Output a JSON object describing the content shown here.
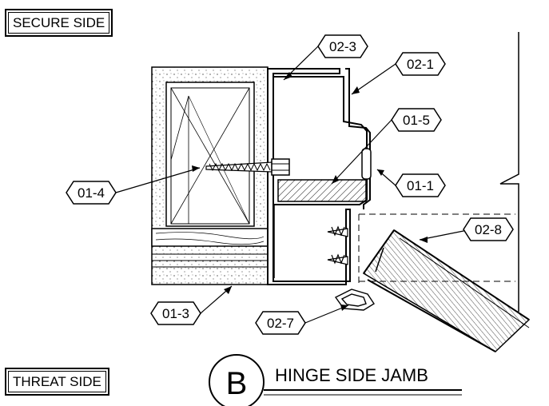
{
  "labels": {
    "secure_side": "SECURE SIDE",
    "threat_side": "THREAT SIDE"
  },
  "detail": {
    "letter": "B",
    "title": "HINGE SIDE JAMB"
  },
  "callouts": [
    {
      "id": "02-3"
    },
    {
      "id": "02-1"
    },
    {
      "id": "01-5"
    },
    {
      "id": "01-4"
    },
    {
      "id": "01-1"
    },
    {
      "id": "02-8"
    },
    {
      "id": "01-3"
    },
    {
      "id": "02-7"
    }
  ]
}
